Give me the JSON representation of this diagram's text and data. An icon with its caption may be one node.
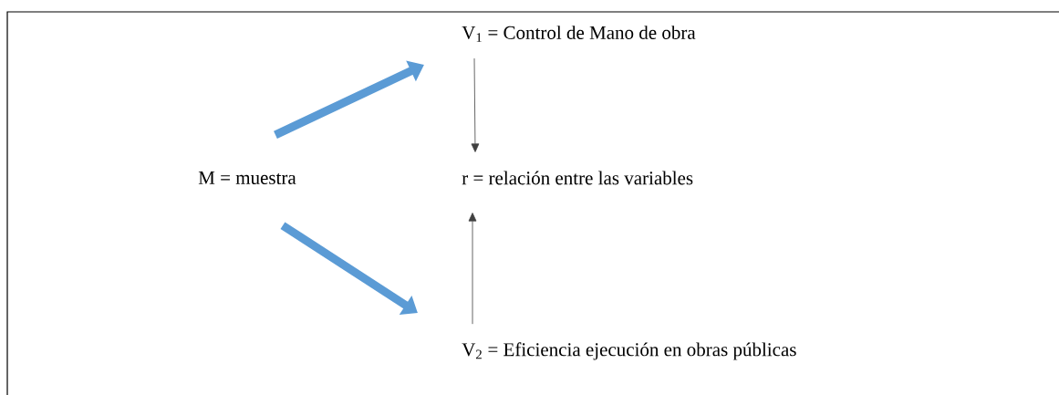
{
  "diagram": {
    "nodes": [
      {
        "text": [
          "M = muestra"
        ]
      },
      {
        "text": [
          "V$_{1}$ = Control de Mano de obra"
        ]
      },
      {
        "text": [
          "r = relación entre las variables"
        ]
      },
      {
        "text": [
          "V$_{2}$ = Eficiencia ejecución en obras públicas"
        ]
      }
    ],
    "edges": [
      {
        "from": 0,
        "to": 1,
        "arrow": "to",
        "style": "thick",
        "color": "#5b9bd5"
      },
      {
        "from": 0,
        "to": 3,
        "arrow": "to",
        "style": "thick",
        "color": "#5b9bd5"
      },
      {
        "from": 1,
        "to": 2,
        "arrow": "to",
        "color": "#404040"
      },
      {
        "from": 3,
        "to": 2,
        "arrow": "to",
        "color": "#404040"
      }
    ]
  }
}
